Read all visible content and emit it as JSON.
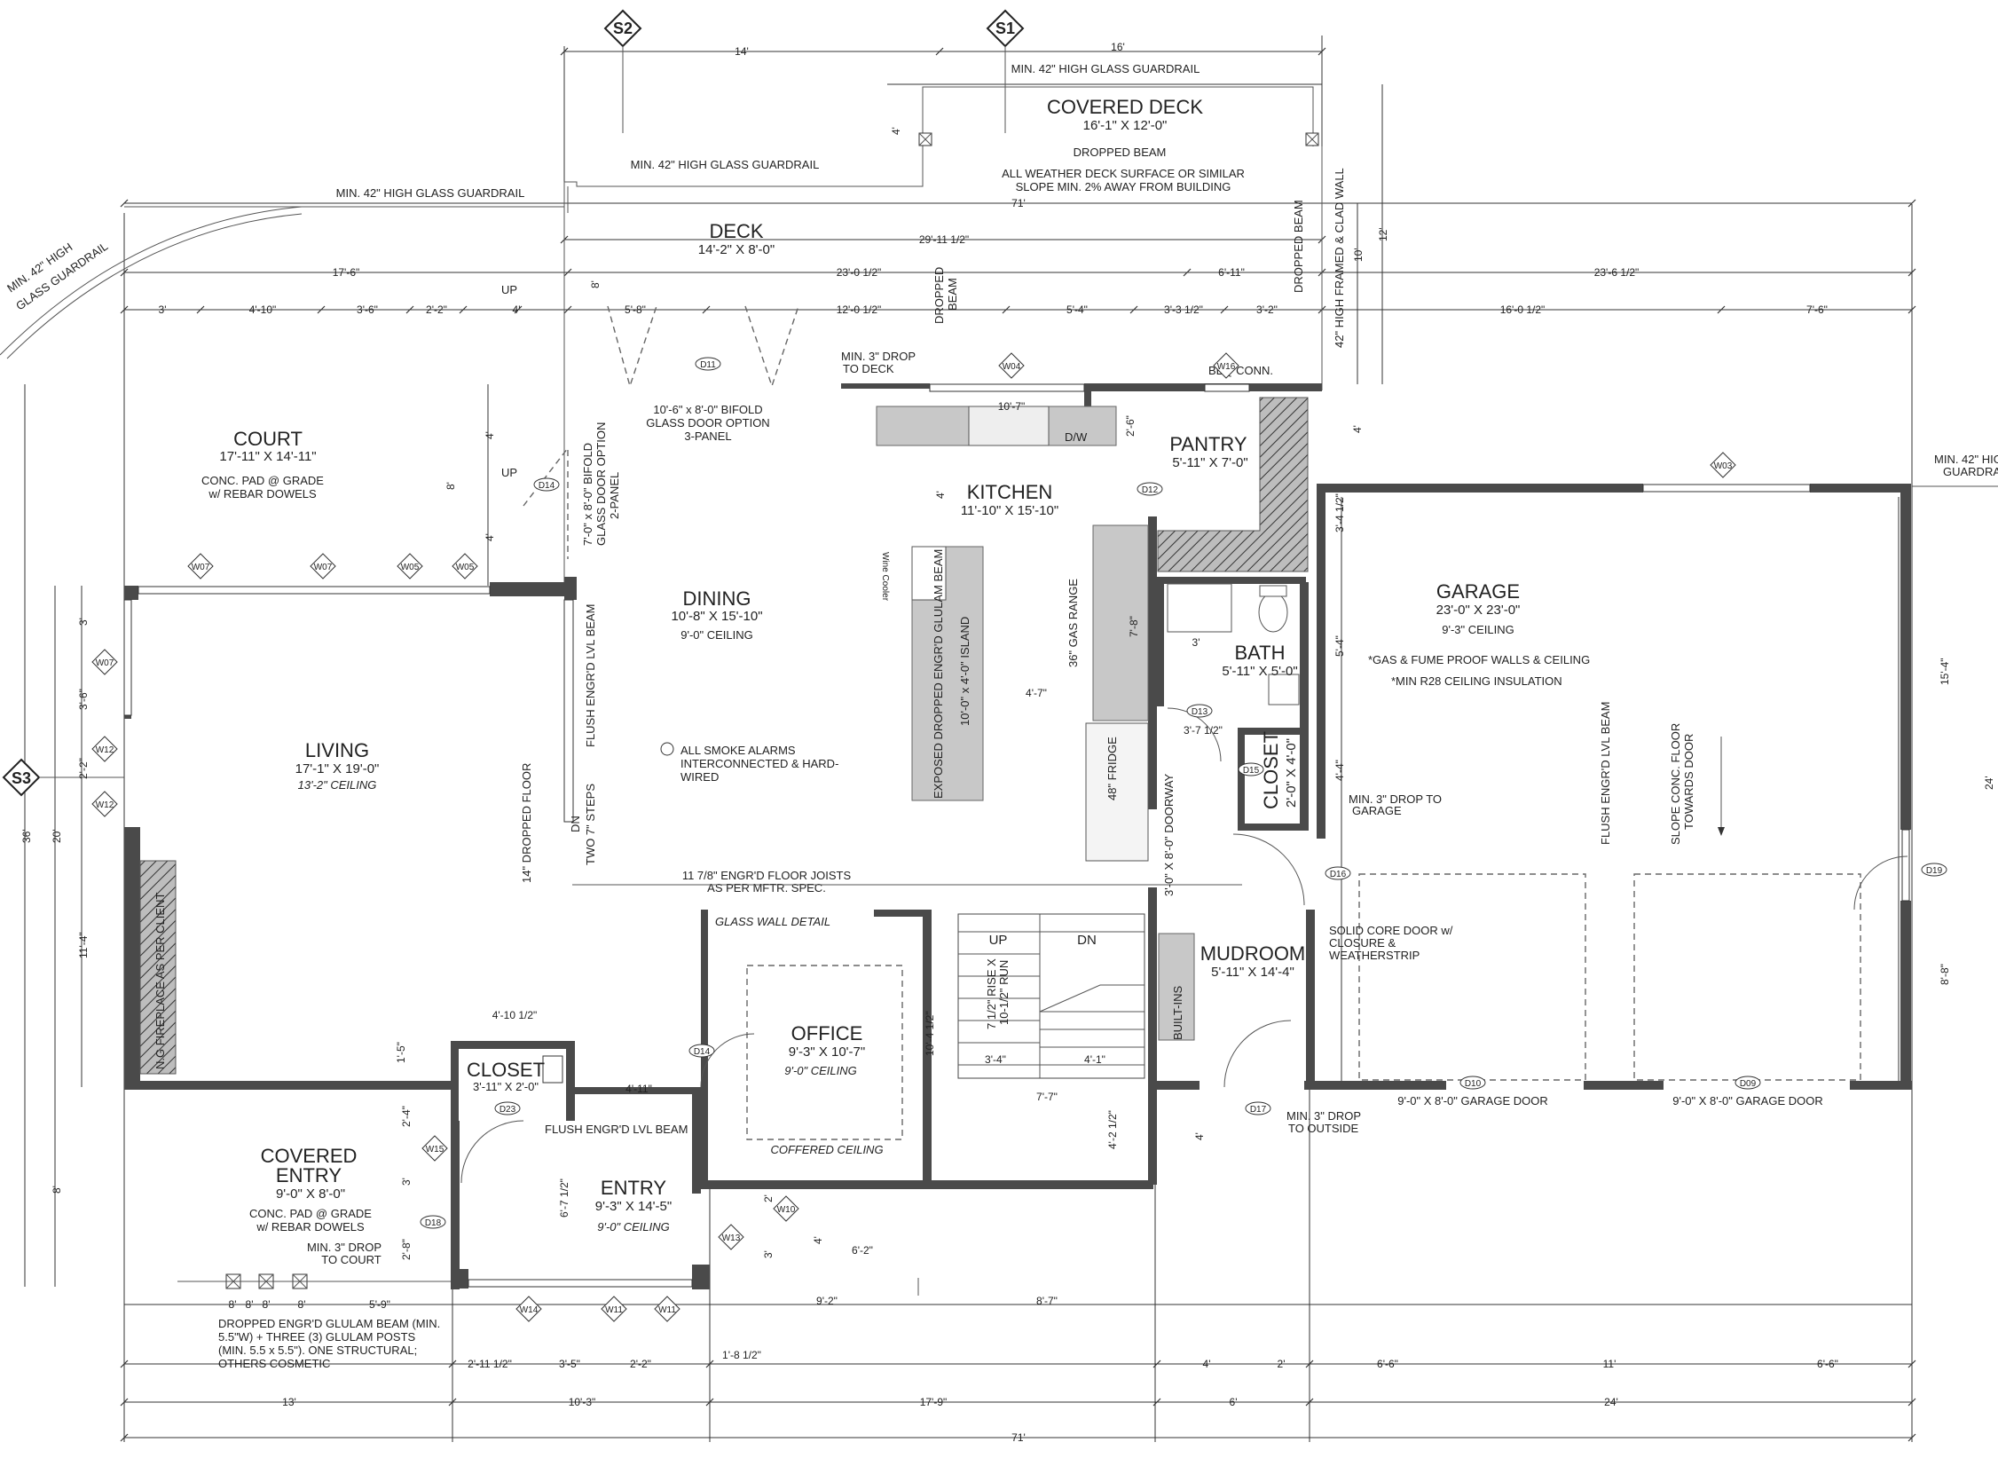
{
  "sections": [
    "S2",
    "S1",
    "S3"
  ],
  "rooms": {
    "covered_deck": {
      "name": "COVERED DECK",
      "size": "16'-1\" X 12'-0\"",
      "note1": "DROPPED BEAM",
      "note2": "ALL WEATHER DECK SURFACE OR SIMILAR",
      "note3": "SLOPE MIN. 2% AWAY FROM BUILDING"
    },
    "deck": {
      "name": "DECK",
      "size": "14'-2\" X 8'-0\""
    },
    "court": {
      "name": "COURT",
      "size": "17'-11\" X 14'-11\"",
      "note1": "CONC. PAD @ GRADE",
      "note2": "w/ REBAR DOWELS"
    },
    "kitchen": {
      "name": "KITCHEN",
      "size": "11'-10\" X 15'-10\""
    },
    "pantry": {
      "name": "PANTRY",
      "size": "5'-11\" X 7'-0\""
    },
    "dining": {
      "name": "DINING",
      "size": "10'-8\" X 15'-10\"",
      "ceiling": "9'-0\" CEILING"
    },
    "living": {
      "name": "LIVING",
      "size": "17'-1\" X 19'-0\"",
      "ceiling": "13'-2\" CEILING"
    },
    "garage": {
      "name": "GARAGE",
      "size": "23'-0\" X 23'-0\"",
      "ceiling": "9'-3\" CEILING",
      "note1": "*GAS & FUME PROOF WALLS & CEILING",
      "note2": "*MIN R28 CEILING INSULATION"
    },
    "bath": {
      "name": "BATH",
      "size": "5'-11\" X 5'-0\""
    },
    "closet2": {
      "name": "CLOSET",
      "size": "2'-0\" X 4'-0\""
    },
    "office": {
      "name": "OFFICE",
      "size": "9'-3\" X 10'-7\"",
      "ceiling": "9'-0\" CEILING"
    },
    "mudroom": {
      "name": "MUDROOM",
      "size": "5'-11\" X 14'-4\""
    },
    "closet1": {
      "name": "CLOSET",
      "size": "3'-11\" X 2'-0\""
    },
    "covered_entry": {
      "name1": "COVERED",
      "name2": "ENTRY",
      "size": "9'-0\" X 8'-0\"",
      "note1": "CONC. PAD @ GRADE",
      "note2": "w/ REBAR DOWELS",
      "note3": "MIN. 3\" DROP",
      "note4": "TO COURT"
    },
    "entry": {
      "name": "ENTRY",
      "size": "9'-3\" X 14'-5\"",
      "ceiling": "9'-0\" CEILING"
    }
  },
  "notes": {
    "guardrail_top": "MIN. 42\" HIGH GLASS GUARDRAIL",
    "guardrail_mid": "MIN. 42\" HIGH GLASS GUARDRAIL",
    "guardrail_left": "MIN. 42\" HIGH GLASS GUARDRAIL",
    "guardrail_curve1": "MIN. 42\" HIGH",
    "guardrail_curve2": "GLASS GUARDRAIL",
    "guardrail_right1": "MIN. 42\" HIG",
    "guardrail_right2": "GUARDRA",
    "bifold1": "10'-6\" x 8'-0\" BIFOLD",
    "bifold2": "GLASS DOOR OPTION",
    "bifold3": "3-PANEL",
    "bifold_v1": "7'-0\" x 8'-0\" BIFOLD",
    "bifold_v2": "GLASS DOOR OPTION",
    "bifold_v3": "2-PANEL",
    "drop_deck1": "MIN. 3\" DROP",
    "drop_deck2": "TO DECK",
    "bbq": "BBQ CONN.",
    "dw": "D/W",
    "dropped_beam_v1": "DROPPED",
    "dropped_beam_v2": "BEAM",
    "dropped_beam_right": "DROPPED BEAM",
    "framed_wall": "42\" HIGH FRAMED & CLAD WALL",
    "island": "10'-0\" x 4'-0\" ISLAND",
    "glulam_island": "EXPOSED DROPPED ENGR'D GLULAM BEAM",
    "wine": "Wine Cooler",
    "gas_range": "36\" GAS RANGE",
    "fridge": "48\" FRIDGE",
    "smoke1": "ALL SMOKE ALARMS",
    "smoke2": "INTERCONNECTED & HARD-",
    "smoke3": "WIRED",
    "lvl_beam": "FLUSH ENGR'D LVL BEAM",
    "dropped_floor": "14\" DROPPED FLOOR",
    "dn": "DN",
    "two_steps": "TWO 7\" STEPS",
    "up1": "UP",
    "up2": "UP",
    "joists1": "11 7/8\" ENGR'D FLOOR JOISTS",
    "joists2": "AS PER MFTR. SPEC.",
    "glass_wall": "GLASS WALL DETAIL",
    "coffered": "COFFERED CEILING",
    "stair_up": "UP",
    "stair_dn": "DN",
    "stair_rise1": "7 1/2\" RISE X",
    "stair_rise2": "10-1/2\" RUN",
    "built_ins": "BUILT-INS",
    "doorway": "3'-0\" X 8'-0\" DOORWAY",
    "drop_garage1": "MIN. 3\" DROP TO",
    "drop_garage2": "GARAGE",
    "solid_door1": "SOLID CORE DOOR w/",
    "solid_door2": "CLOSURE &",
    "solid_door3": "WEATHERSTRIP",
    "lvl_garage": "FLUSH ENGR'D LVL BEAM",
    "slope1": "SLOPE CONC. FLOOR",
    "slope2": "TOWARDS DOOR",
    "garage_door1": "9'-0\" X 8'-0\" GARAGE DOOR",
    "garage_door2": "9'-0\" X 8'-0\" GARAGE DOOR",
    "drop_out1": "MIN. 3\" DROP",
    "drop_out2": "TO OUTSIDE",
    "lvl_closet": "FLUSH ENGR'D LVL BEAM",
    "fireplace": "N.G FIREPLACE AS PER CLIENT",
    "glulam1": "DROPPED ENGR'D GLULAM BEAM (MIN.",
    "glulam2": "5.5\"W) + THREE (3) GLULAM POSTS",
    "glulam3": "(MIN. 5.5 x 5.5\"). ONE STRUCTURAL;",
    "glulam4": "OTHERS COSMETIC"
  },
  "tags": [
    "D11",
    "W04",
    "W16",
    "D14",
    "D12",
    "W07",
    "W07",
    "W05",
    "W05",
    "W03",
    "W07",
    "W12",
    "W12",
    "D13",
    "D15",
    "D16",
    "D19",
    "D10",
    "D09",
    "D17",
    "D14",
    "D23",
    "W15",
    "D18",
    "W13",
    "W10",
    "W14",
    "W11",
    "W11"
  ],
  "dims": {
    "d14": "14'",
    "d16": "16'",
    "d4a": "4'",
    "d71a": "71'",
    "d12": "12'",
    "d10": "10'",
    "d29": "29'-11 1/2\"",
    "d8v": "8'",
    "d17_6": "17'-6\"",
    "d23_0": "23'-0 1/2\"",
    "d6_11": "6'-11\"",
    "d23_6": "23'-6 1/2\"",
    "r3": "3'",
    "r4_10": "4'-10\"",
    "r3_6": "3'-6\"",
    "r2_2": "2'-2\"",
    "r4": "4'",
    "r5_8": "5'-8\"",
    "r12_0": "12'-0 1/2\"",
    "r5_4": "5'-4\"",
    "r3_3": "3'-3 1/2\"",
    "r3_2": "3'-2\"",
    "r16_0": "16'-0 1/2\"",
    "r7_6": "7'-6\"",
    "k10_7": "10'-7\"",
    "k2_6": "2'-6\"",
    "k4": "4'",
    "k7_8": "7'-8\"",
    "k3": "3'",
    "k4_7": "4'-7\"",
    "k3_7": "3'-7 1/2\"",
    "c4a": "4'",
    "c8a": "8'",
    "c4b": "4'",
    "g3_4": "3'-4 1/2\"",
    "g5_4": "5'-4\"",
    "g4_4": "4'-4\"",
    "g4a": "4'",
    "g15_4": "15'-4\"",
    "g24": "24'",
    "g8_8": "8'-8\"",
    "l36": "36'",
    "l20": "20'",
    "l11_4": "11'-4\"",
    "l3": "3'",
    "l3_6": "3'-6\"",
    "l2_2": "2'-2\"",
    "l8": "8'",
    "o4_10": "4'-10 1/2\"",
    "o1_5": "1'-5\"",
    "o4_11": "4'-11\"",
    "o10_4": "10'-4 1/2\"",
    "o6_7": "6'-7 1/2\"",
    "s3_4": "3'-4\"",
    "s4_1": "4'-1\"",
    "s7_7": "7'-7\"",
    "s4_2": "4'-2 1/2\"",
    "m4": "4'",
    "e2_4": "2'-4\"",
    "e3": "3'",
    "e2_8": "2'-8\"",
    "e2": "2'",
    "e3b": "3'",
    "e4": "4'",
    "e6_2": "6'-2\"",
    "b8a": "8'",
    "b8b": "8'",
    "b8c": "8'",
    "b8d": "8'",
    "b5_9": "5'-9\"",
    "b9_2": "9'-2\"",
    "b8_7": "8'-7\"",
    "b2_11": "2'-11 1/2\"",
    "b3_5": "3'-5\"",
    "b2_2": "2'-2\"",
    "b1_8": "1'-8 1/2\"",
    "b4": "4'",
    "b2": "2'",
    "b6_6a": "6'-6\"",
    "b11": "11'",
    "b6_6b": "6'-6\"",
    "t13": "13'",
    "t10_3": "10'-3\"",
    "t17_9": "17'-9\"",
    "t6": "6'",
    "t24": "24'",
    "t71": "71'"
  }
}
